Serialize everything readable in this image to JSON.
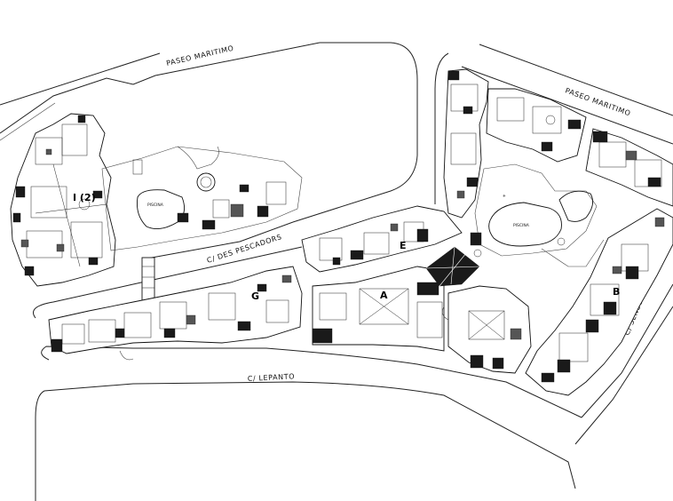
{
  "streets": {
    "paseo_maritimo_left": "PASEO MARITIMO",
    "paseo_maritimo_right": "PASEO MARITIMO",
    "des_pescadors": "C/ DES PESCADORS",
    "lepanto": "C/ LEPANTO",
    "senson": "C/ SENSON"
  },
  "pools": {
    "left": "PISCINA",
    "right": "PISCINA"
  },
  "blocks": {
    "one_two": "I (2)",
    "a": "A",
    "b": "B",
    "g": "G",
    "e": "E"
  }
}
